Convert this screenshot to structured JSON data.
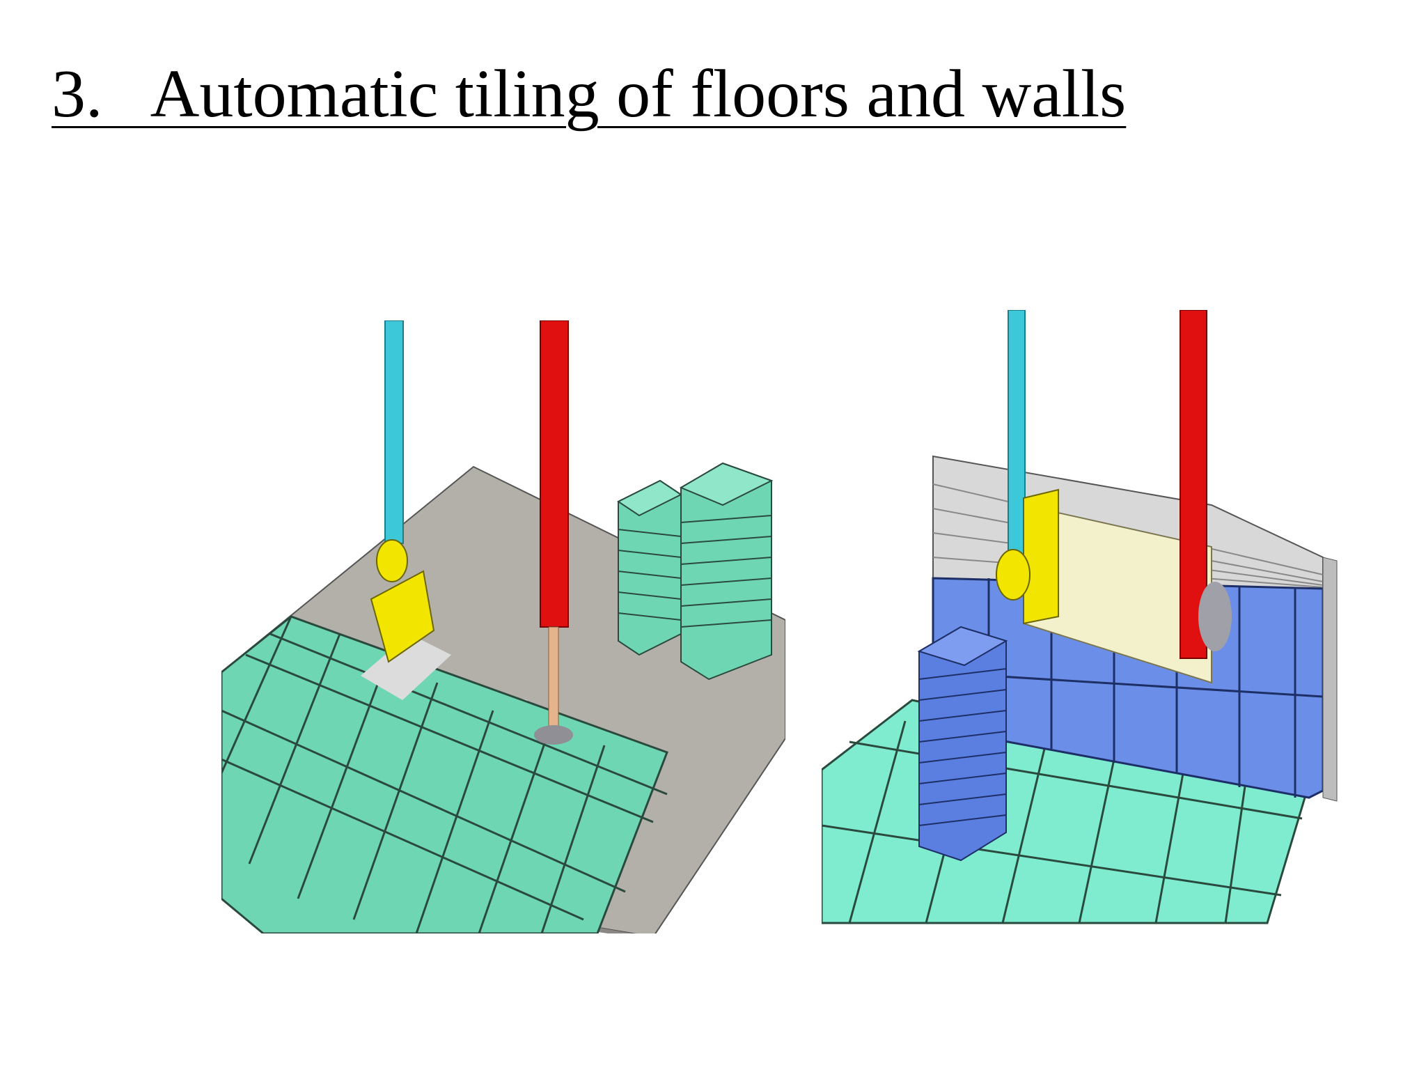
{
  "slide": {
    "title": "3.   Automatic tiling of floors and walls"
  },
  "figures": [
    {
      "name": "floor-tiling-robot-illustration"
    },
    {
      "name": "wall-tiling-robot-illustration"
    }
  ],
  "colors": {
    "tile_green": "#6fd6b4",
    "tile_outline": "#2a4a3e",
    "wall_tile_blue": "#6b8fe8",
    "arm_cyan": "#3cc8d8",
    "arm_red": "#e01010",
    "gripper_yellow": "#f2e500",
    "floor_grey": "#b3b0aa",
    "concrete_grey": "#d8d8d8"
  }
}
